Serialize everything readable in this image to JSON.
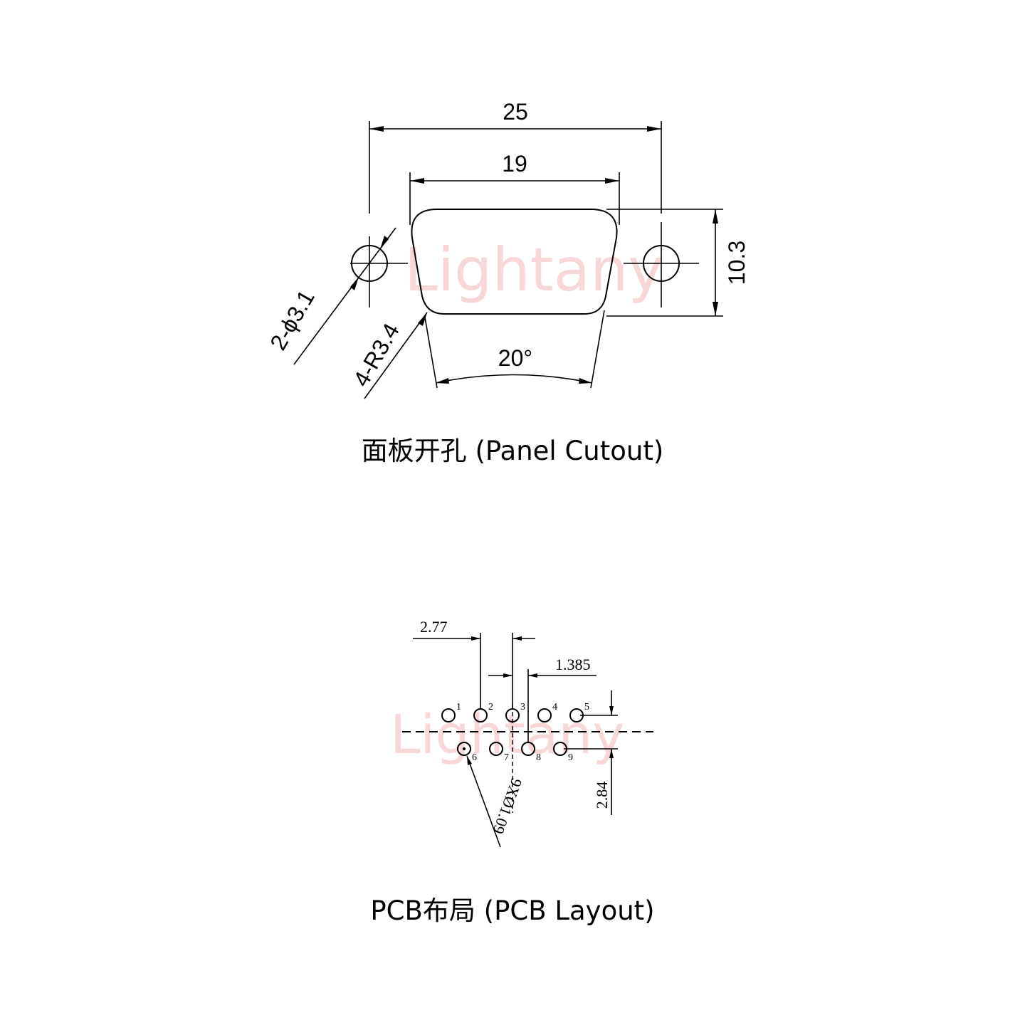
{
  "watermark": "Lightany",
  "panel_cutout": {
    "caption": "面板开孔 (Panel Cutout)",
    "dim_overall_width": "25",
    "dim_opening_width": "19",
    "dim_height": "10.3",
    "dim_mount_holes": "2-ϕ3.1",
    "dim_corner_radius": "4-R3.4",
    "dim_angle": "20°"
  },
  "pcb_layout": {
    "caption": "PCB布局 (PCB Layout)",
    "dim_pitch": "2.77",
    "dim_half_pitch": "1.385",
    "dim_row_spacing": "2.84",
    "dim_hole": "9XØ1.09",
    "pins": [
      "1",
      "2",
      "3",
      "4",
      "5",
      "6",
      "7",
      "8",
      "9"
    ]
  }
}
